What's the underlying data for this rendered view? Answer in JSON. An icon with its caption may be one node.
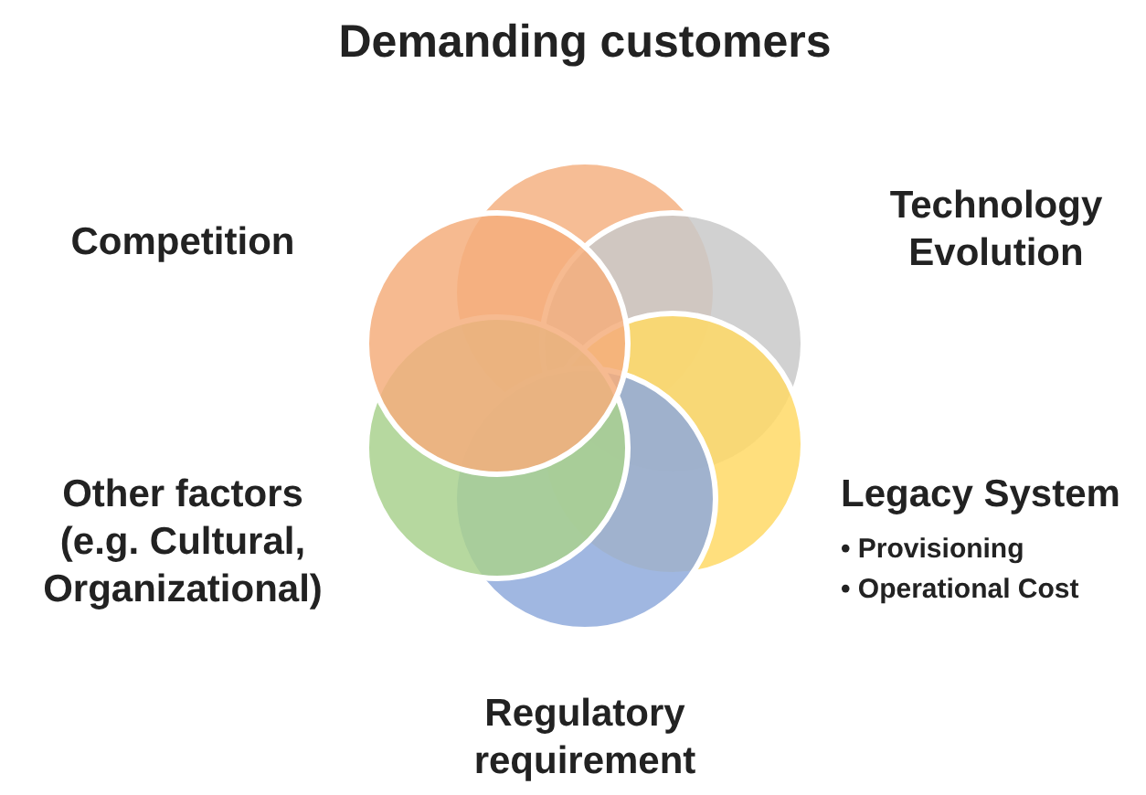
{
  "diagram": {
    "nodes": [
      {
        "text": [],
        "shape": "circle",
        "beside": [
          "Demanding customers"
        ]
      },
      {
        "text": [],
        "shape": "circle",
        "beside": [
          "Competition"
        ]
      },
      {
        "text": [],
        "shape": "circle",
        "beside": [
          "Technology Evolution"
        ]
      },
      {
        "text": [],
        "shape": "circle",
        "beside": [
          "Other factors (e.g. Cultural, Organizational)"
        ]
      },
      {
        "text": [],
        "shape": "circle",
        "beside": [
          "Legacy System",
          "• Provisioning",
          "• Operational Cost"
        ]
      },
      {
        "text": [],
        "shape": "circle",
        "beside": [
          "Regulatory requirement"
        ]
      }
    ]
  }
}
